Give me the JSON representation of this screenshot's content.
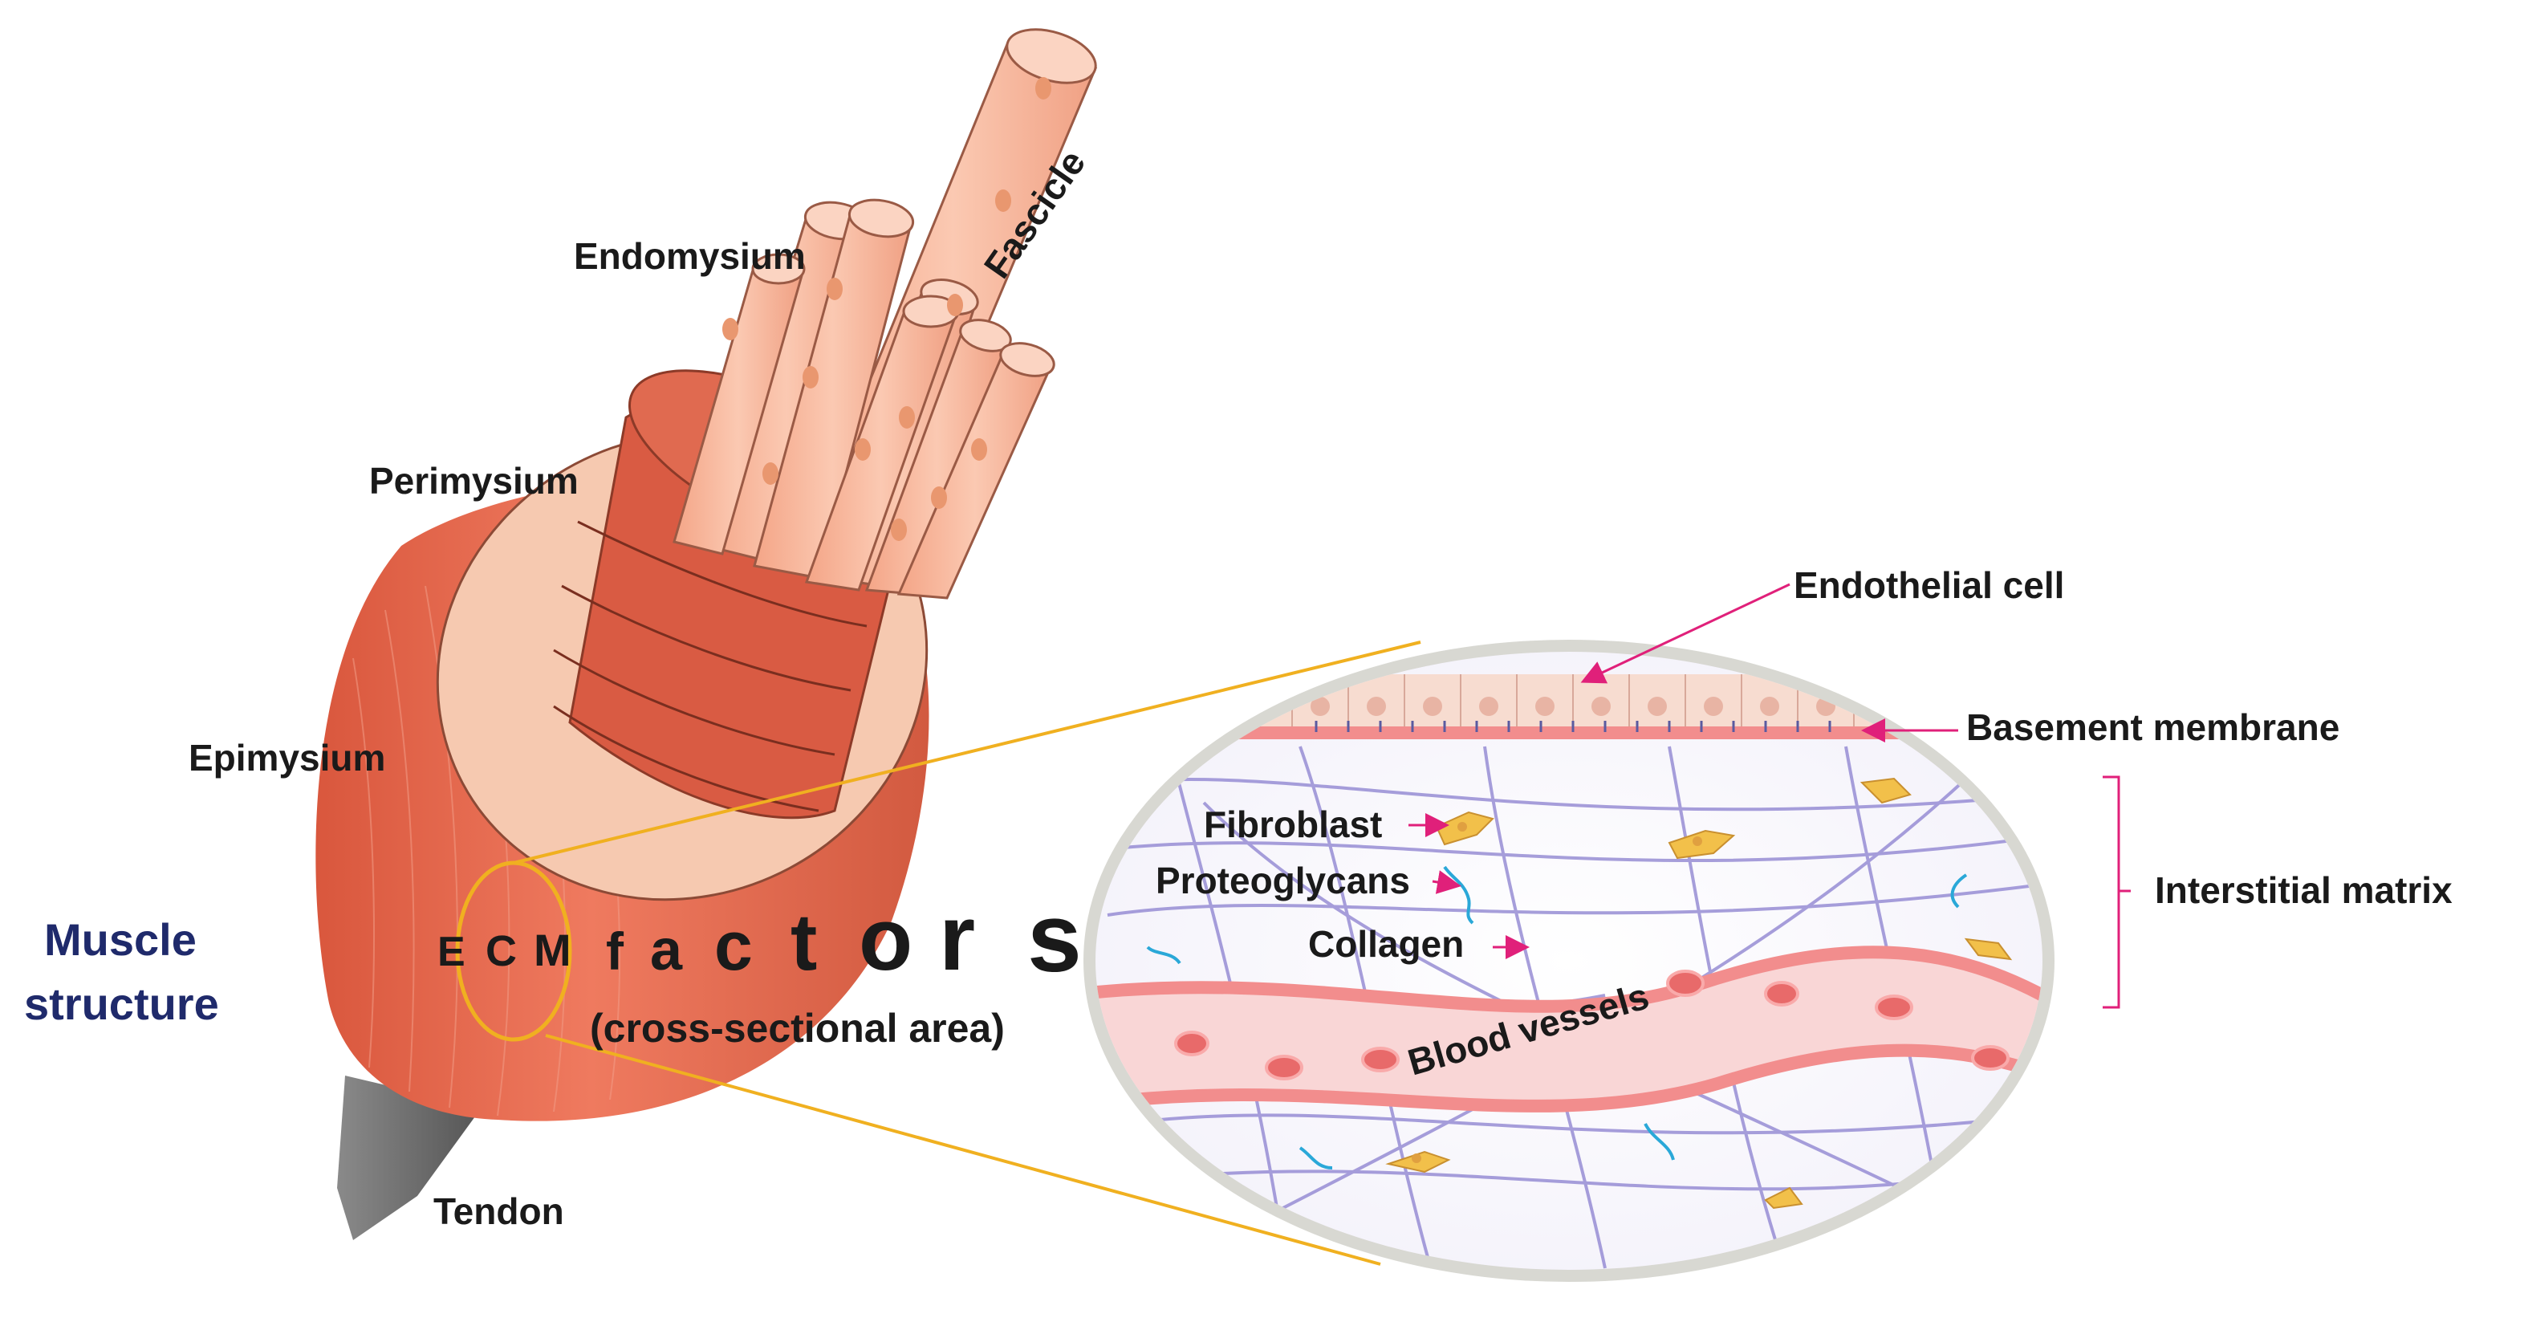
{
  "title": {
    "line1": "Muscle",
    "line2": "structure"
  },
  "muscle_labels": {
    "endomysium": "Endomysium",
    "fascicle": "Fascicle",
    "perimysium": "Perimysium",
    "epimysium": "Epimysium",
    "tendon": "Tendon"
  },
  "ecm": {
    "letters": [
      "E",
      "C",
      "M",
      "f",
      "a",
      "c",
      "t",
      "o",
      "r",
      "s"
    ],
    "subtitle": "(cross-sectional area)"
  },
  "matrix_labels": {
    "endothelial_cell": "Endothelial cell",
    "basement_membrane": "Basement  membrane",
    "interstitial_matrix": "Interstitial  matrix",
    "fibroblast": "Fibroblast",
    "proteoglycans": "Proteoglycans",
    "collagen": "Collagen",
    "blood_vessels": "Blood vessels"
  },
  "colors": {
    "muscle": "#e2674d",
    "muscle_dark": "#b8452f",
    "sheath": "#f6c9b0",
    "fiber": "#f7b49a",
    "fiber_dot": "#ea9a70",
    "tendon": "#6f6f6f",
    "connector": "#f0b020",
    "arrow": "#e0207a",
    "collagen": "#8a7fcf",
    "proteoglycan": "#2aa8d8",
    "fibroblast": "#f2c04a",
    "vessel": "#f28d8d",
    "rbc": "#e86a6a",
    "title": "#1f2a6b"
  }
}
